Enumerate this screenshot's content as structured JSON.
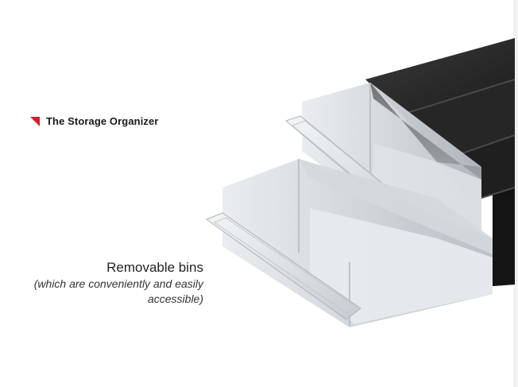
{
  "brand": {
    "title": "The Storage Organizer",
    "accent_color": "#d0202a",
    "mark_icon": "red-triangle-icon"
  },
  "caption": {
    "title": "Removable bins",
    "subtitle": "(which are conveniently and easily accessible)"
  },
  "colors": {
    "background": "#ffffff",
    "cabinet": "#2a2a2a",
    "bin": "#e6e9ec"
  }
}
